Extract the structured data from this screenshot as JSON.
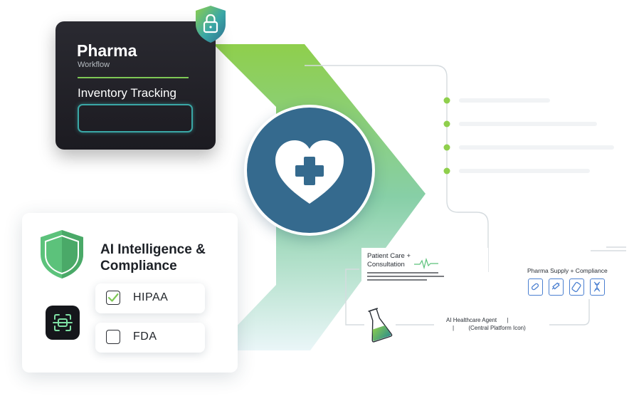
{
  "pharma_card": {
    "title": "Pharma",
    "subtitle": "Workflow",
    "section_label": "Inventory Tracking",
    "lock_icon": "lock-icon"
  },
  "center": {
    "icon": "heart-plus-icon"
  },
  "ai_card": {
    "title_line1": "AI Intelligence &",
    "title_line2": "Compliance",
    "shield_icon": "shield-icon",
    "scan_icon": "face-scan-icon",
    "checks": [
      {
        "label": "HIPAA",
        "checked": true
      },
      {
        "label": "FDA",
        "checked": false
      }
    ]
  },
  "flow": {
    "patient_card_line1": "Patient Care +",
    "patient_card_line2": "Consultation",
    "agent_line1": "AI Healthcare Agent",
    "agent_line2": "(Central Platform Icon)",
    "supply_label": "Pharma Supply + Compliance",
    "supply_icons": [
      "pill-icon",
      "syringe-icon",
      "bandage-icon",
      "dna-icon"
    ],
    "flask_icon": "flask-icon"
  },
  "colors": {
    "green": "#7ec855",
    "teal": "#3aa7a6",
    "navy": "#356a8e",
    "blue": "#4a7fd0"
  }
}
